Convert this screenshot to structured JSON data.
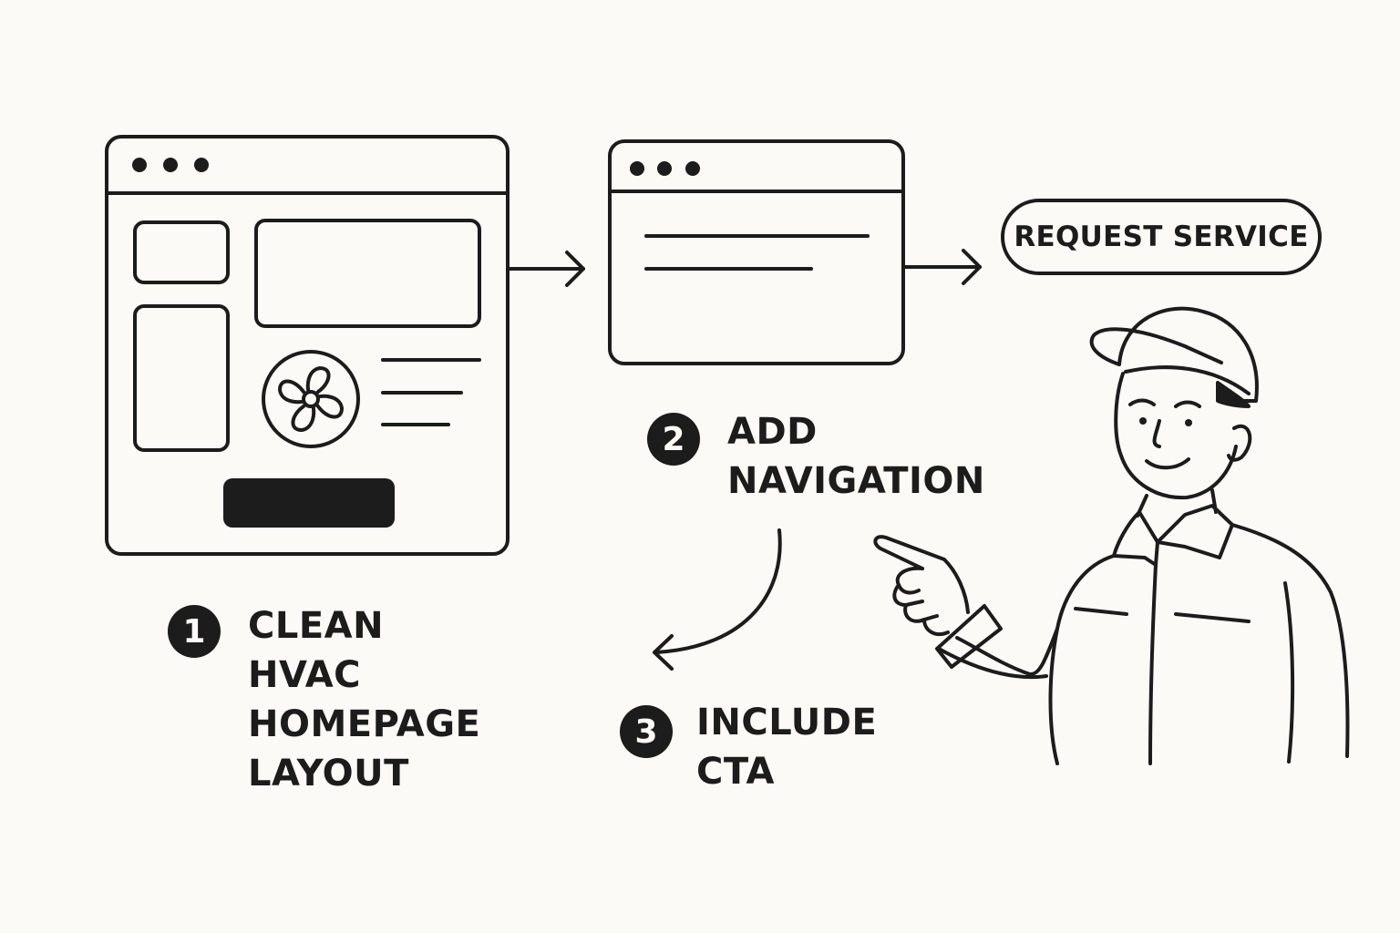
{
  "steps": [
    {
      "number": "1",
      "lines": [
        "CLEAN",
        "HVAC",
        "HOMEPAGE",
        "LAYOUT"
      ]
    },
    {
      "number": "2",
      "lines": [
        "ADD",
        "NAVIGATION"
      ]
    },
    {
      "number": "3",
      "lines": [
        "INCLUDE",
        "CTA"
      ]
    }
  ],
  "cta_button": {
    "label": "REQUEST SERVICE"
  },
  "colors": {
    "ink": "#1c1c1c",
    "background": "#fbfaf6"
  },
  "icons": [
    "browser-window-icon",
    "fan-icon",
    "arrow-right-icon",
    "curved-arrow-icon",
    "technician-illustration"
  ]
}
